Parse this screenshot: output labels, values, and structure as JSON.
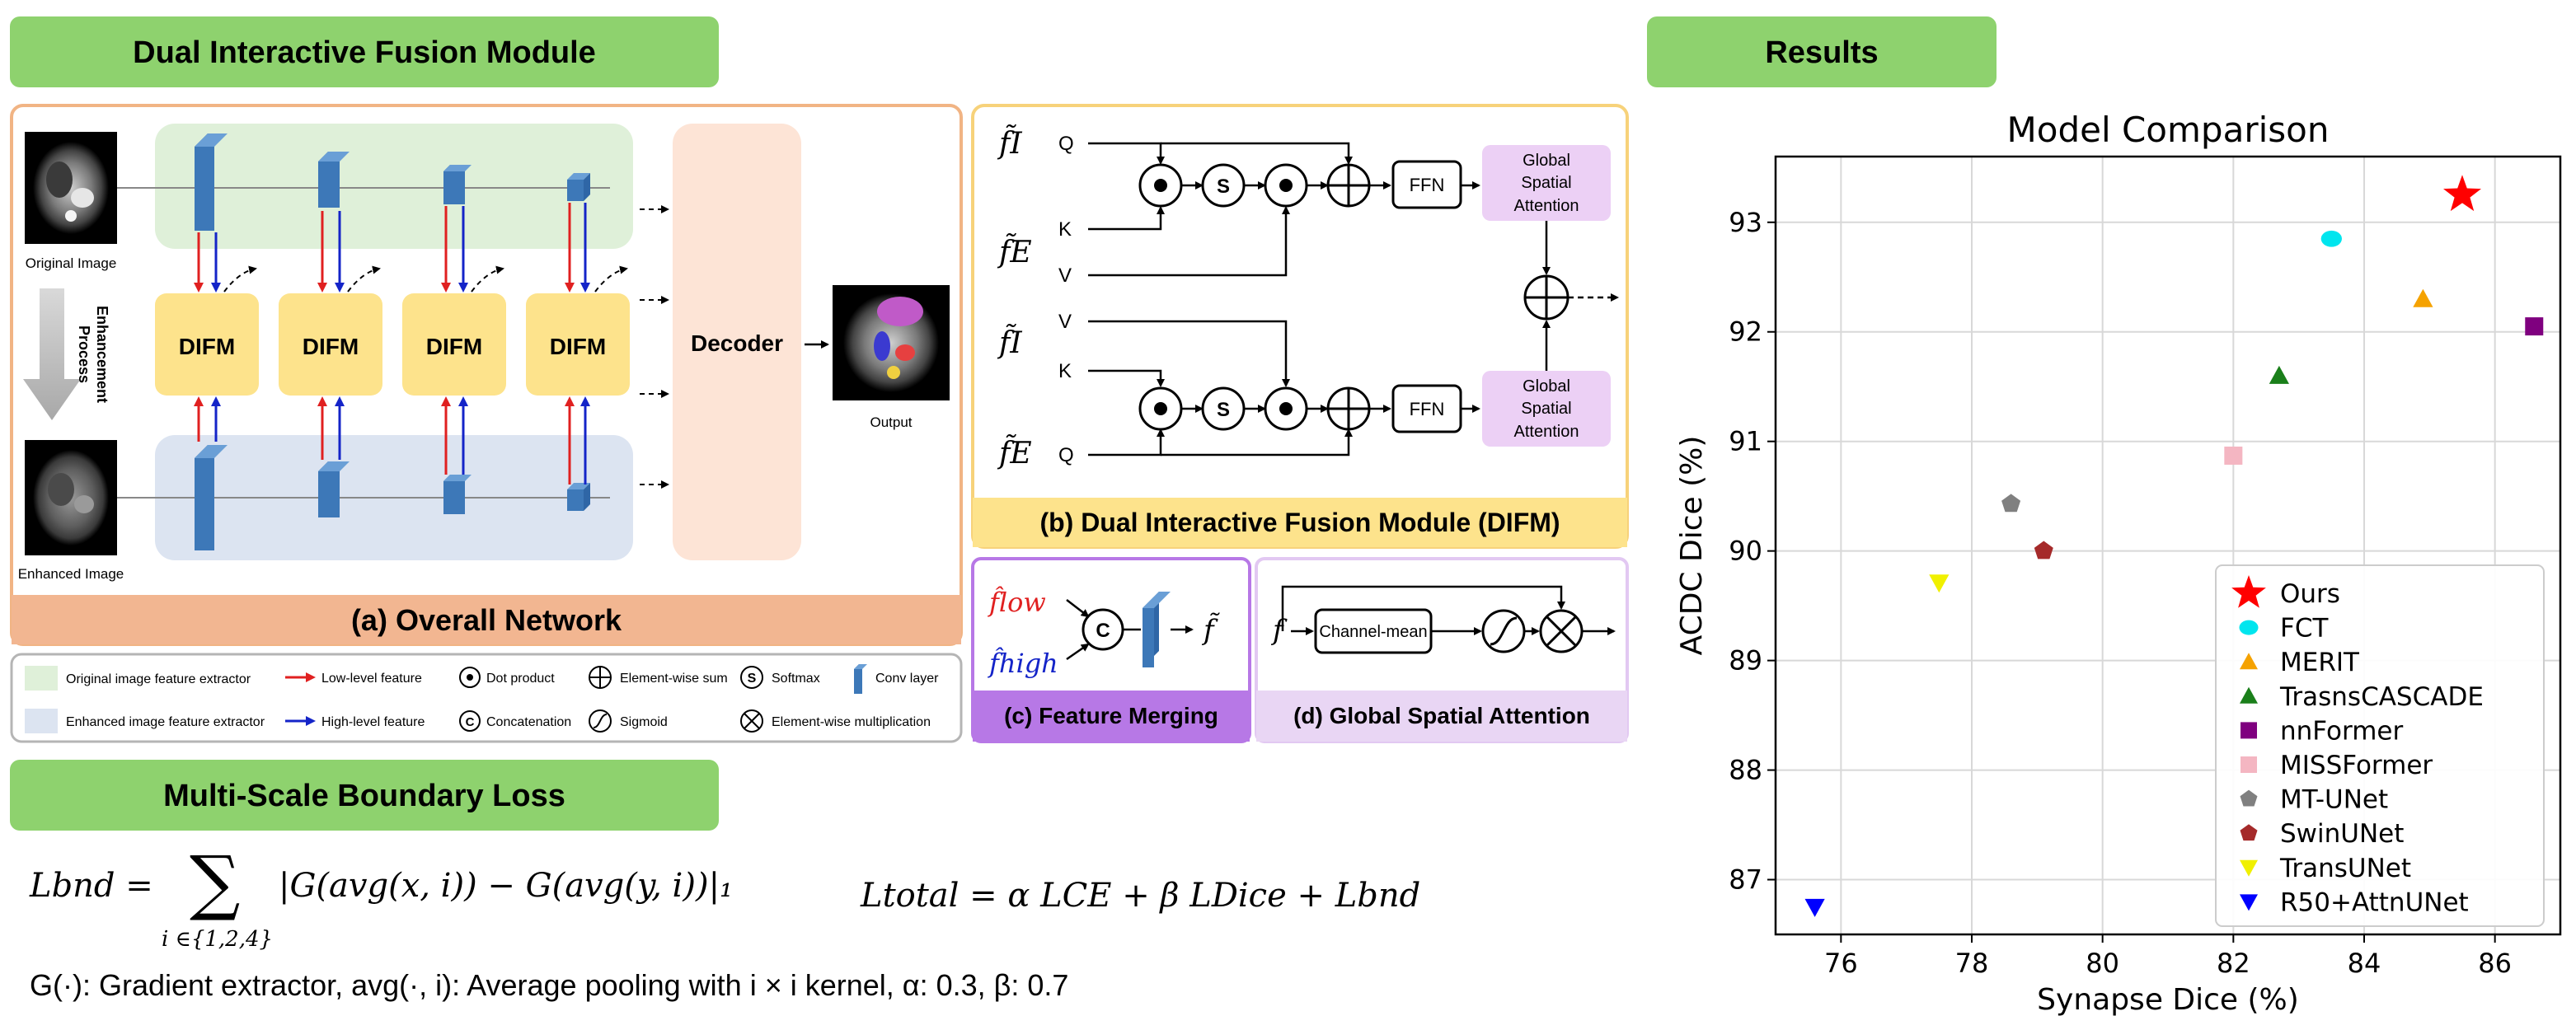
{
  "headers": {
    "difm_title": "Dual Interactive Fusion Module",
    "results_title": "Results",
    "loss_title": "Multi-Scale Boundary Loss"
  },
  "overall": {
    "caption": "(a) Overall Network",
    "original_image_label": "Original Image",
    "enhanced_image_label": "Enhanced Image",
    "process_label_line1": "Enhancement",
    "process_label_line2": "Process",
    "difm_label": "DIFM",
    "decoder_label": "Decoder",
    "output_label": "Output"
  },
  "legend": {
    "items": [
      {
        "key": "orig",
        "label": "Original image feature extractor"
      },
      {
        "key": "low",
        "label": "Low-level feature"
      },
      {
        "key": "dot",
        "label": "Dot product"
      },
      {
        "key": "esum",
        "label": "Element-wise sum"
      },
      {
        "key": "softmax",
        "label": "Softmax"
      },
      {
        "key": "conv",
        "label": "Conv layer"
      },
      {
        "key": "enh",
        "label": "Enhanced image feature extractor"
      },
      {
        "key": "high",
        "label": "High-level feature"
      },
      {
        "key": "concat",
        "label": "Concatenation"
      },
      {
        "key": "sigmoid",
        "label": "Sigmoid"
      },
      {
        "key": "emul",
        "label": "Element-wise multiplication"
      }
    ]
  },
  "difm": {
    "caption": "(b) Dual Interactive Fusion Module (DIFM)",
    "f_i": "f̃I",
    "f_e": "f̃E",
    "q": "Q",
    "k": "K",
    "v": "V",
    "s": "S",
    "ffn": "FFN",
    "gsa_line1": "Global",
    "gsa_line2": "Spatial",
    "gsa_line3": "Attention"
  },
  "merging": {
    "caption": "(c) Feature Merging",
    "f_low": "f̂low",
    "f_high": "f̂high",
    "c": "C",
    "f_out": "f̃"
  },
  "gsa": {
    "caption": "(d) Global Spatial Attention",
    "f": "f",
    "channel_mean": "Channel-mean"
  },
  "loss": {
    "eq1_lhs": "Lbnd =",
    "eq1_sum_index": "i ∈{1,2,4}",
    "eq1_body": "|G(avg(x, i)) − G(avg(y, i))|₁",
    "eq2": "Ltotal = α LCE + β LDice + Lbnd",
    "note": "G(·): Gradient extractor, avg(·, i): Average pooling with i × i kernel, α: 0.3, β: 0.7"
  },
  "chart_data": {
    "type": "scatter",
    "title": "Model Comparison",
    "xlabel": "Synapse Dice (%)",
    "ylabel": "ACDC Dice (%)",
    "xlim": [
      75.0,
      87.0
    ],
    "ylim": [
      86.5,
      93.6
    ],
    "xticks": [
      76,
      78,
      80,
      82,
      84,
      86
    ],
    "yticks": [
      87,
      88,
      89,
      90,
      91,
      92,
      93
    ],
    "grid": true,
    "legend_position": "lower-right",
    "points": [
      {
        "name": "Ours",
        "x": 85.5,
        "y": 93.25,
        "marker": "star",
        "color": "#ff0000"
      },
      {
        "name": "FCT",
        "x": 83.5,
        "y": 92.85,
        "marker": "circle",
        "color": "#00e5ee"
      },
      {
        "name": "MERIT",
        "x": 84.9,
        "y": 92.3,
        "marker": "triangle-up",
        "color": "#f5a200"
      },
      {
        "name": "TrasnsCASCADE",
        "x": 82.7,
        "y": 91.6,
        "marker": "triangle-up",
        "color": "#1a7f1a"
      },
      {
        "name": "nnFormer",
        "x": 86.6,
        "y": 92.05,
        "marker": "square",
        "color": "#7f007f"
      },
      {
        "name": "MISSFormer",
        "x": 82.0,
        "y": 90.87,
        "marker": "square",
        "color": "#f4b6c2"
      },
      {
        "name": "MT-UNet",
        "x": 78.6,
        "y": 90.43,
        "marker": "pentagon",
        "color": "#808080"
      },
      {
        "name": "SwinUNet",
        "x": 79.1,
        "y": 90.0,
        "marker": "pentagon",
        "color": "#a52a2a"
      },
      {
        "name": "TransUNet",
        "x": 77.5,
        "y": 89.71,
        "marker": "triangle-down",
        "color": "#f0f000"
      },
      {
        "name": "R50+AttnUNet",
        "x": 75.6,
        "y": 86.75,
        "marker": "triangle-down",
        "color": "#0000ff"
      }
    ]
  },
  "colors": {
    "header_green": "#8ed26e",
    "panel_orange_border": "#f1b484",
    "caption_orange": "#f2b691",
    "difm_yellow": "#fde38c",
    "panel_yellow_border": "#f7d27a",
    "decoder_peach": "#fde4d6",
    "green_band": "#dff0d9",
    "blue_band": "#dce4f1",
    "gsa_purple": "#ecd0f5",
    "merge_purple": "#b778e6",
    "gsa_panel_purple": "#e9d6f4",
    "conv_blue": "#3d78b8",
    "low_red": "#e02020",
    "high_blue": "#1424c8"
  }
}
